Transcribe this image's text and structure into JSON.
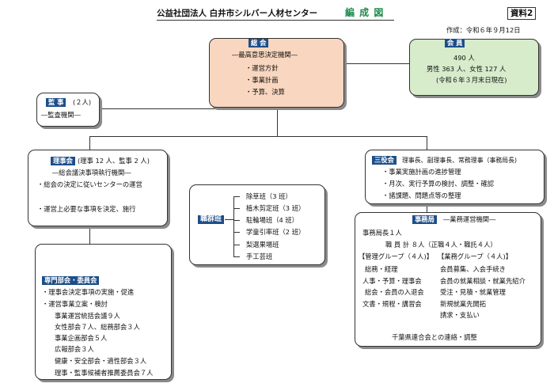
{
  "header": {
    "org": "公益社団法人 白井市シルバー人材センター",
    "title": "編 成 図",
    "doc_label": "資料2",
    "created": "作成：令和６年９月12日"
  },
  "general_meeting": {
    "title": "総 会",
    "subtitle": "―最高意思決定機関―",
    "items": [
      "・運営方針",
      "・事業計画",
      "・予算、決算"
    ]
  },
  "members": {
    "title": "会 員",
    "count": "490 人",
    "breakdown": "男性 363 人、女性 127 人",
    "note": "(令和６年３月末日現在)"
  },
  "auditors": {
    "title": "監 事",
    "count": "(２人)",
    "subtitle": "―監査機関―"
  },
  "board": {
    "title": "理事会",
    "detail": "(理事 12 人、監事 2 人)",
    "subtitle": "―総会議決事項執行機関―",
    "lines": [
      "・総会の決定に従いセンターの運営",
      "・運営上必要な事項を決定、施行"
    ]
  },
  "committees": {
    "title": "専門部会・委員会",
    "lines": [
      "・理事会決定事項の実施・促進",
      "・運営事業立案・検討"
    ],
    "members": [
      "事業運営統括会議９人",
      "女性部会７人、総務部会３人",
      "事業企画部会５人",
      "広報部会３人",
      "健康・安全部会・適性部会３人",
      "理事・監事候補者推薦委員会７人"
    ]
  },
  "teams": {
    "title": "職群班",
    "items": [
      "除草班（3 班）",
      "植木剪定班（3 班）",
      "駐輪場班（4 班）",
      "学童引率班（2 班）",
      "梨選果場班",
      "手工芸班"
    ]
  },
  "officers": {
    "title": "三役会",
    "detail": "理事長、副理事長、常務理事（事務局長)",
    "items": [
      "・事業実施計画の進捗管理",
      "・月次、実行予算の検討、調整・確認",
      "・諸課題、問題点等の整理"
    ]
  },
  "secretariat": {
    "title": "事務局",
    "subtitle": "―業務運営機関―",
    "chief": "事務局長１人",
    "staff": "職 員 計 ８人（正職４人・職託４人）",
    "admin_group": {
      "title": "【管理グループ（４人)】",
      "items": [
        "総務・経理",
        "人事・予算・理事会",
        "総会・会員の入退会",
        "文書・規程・講習会"
      ]
    },
    "business_group": {
      "title": "【業務グループ（４人)】",
      "items": [
        "会員募集、入会手続き",
        "会員の就業相談・就業先紹介",
        "受注・見積・就業管理",
        "新規就業先開拓",
        "請求・支払い"
      ]
    },
    "footer": "千葉県連合会との連絡・調整"
  },
  "colors": {
    "header_fill": "#1d4e89",
    "general_meeting_fill": "#f8d6bf",
    "members_fill": "#d7eccb",
    "title_color": "#1f8a4c"
  }
}
